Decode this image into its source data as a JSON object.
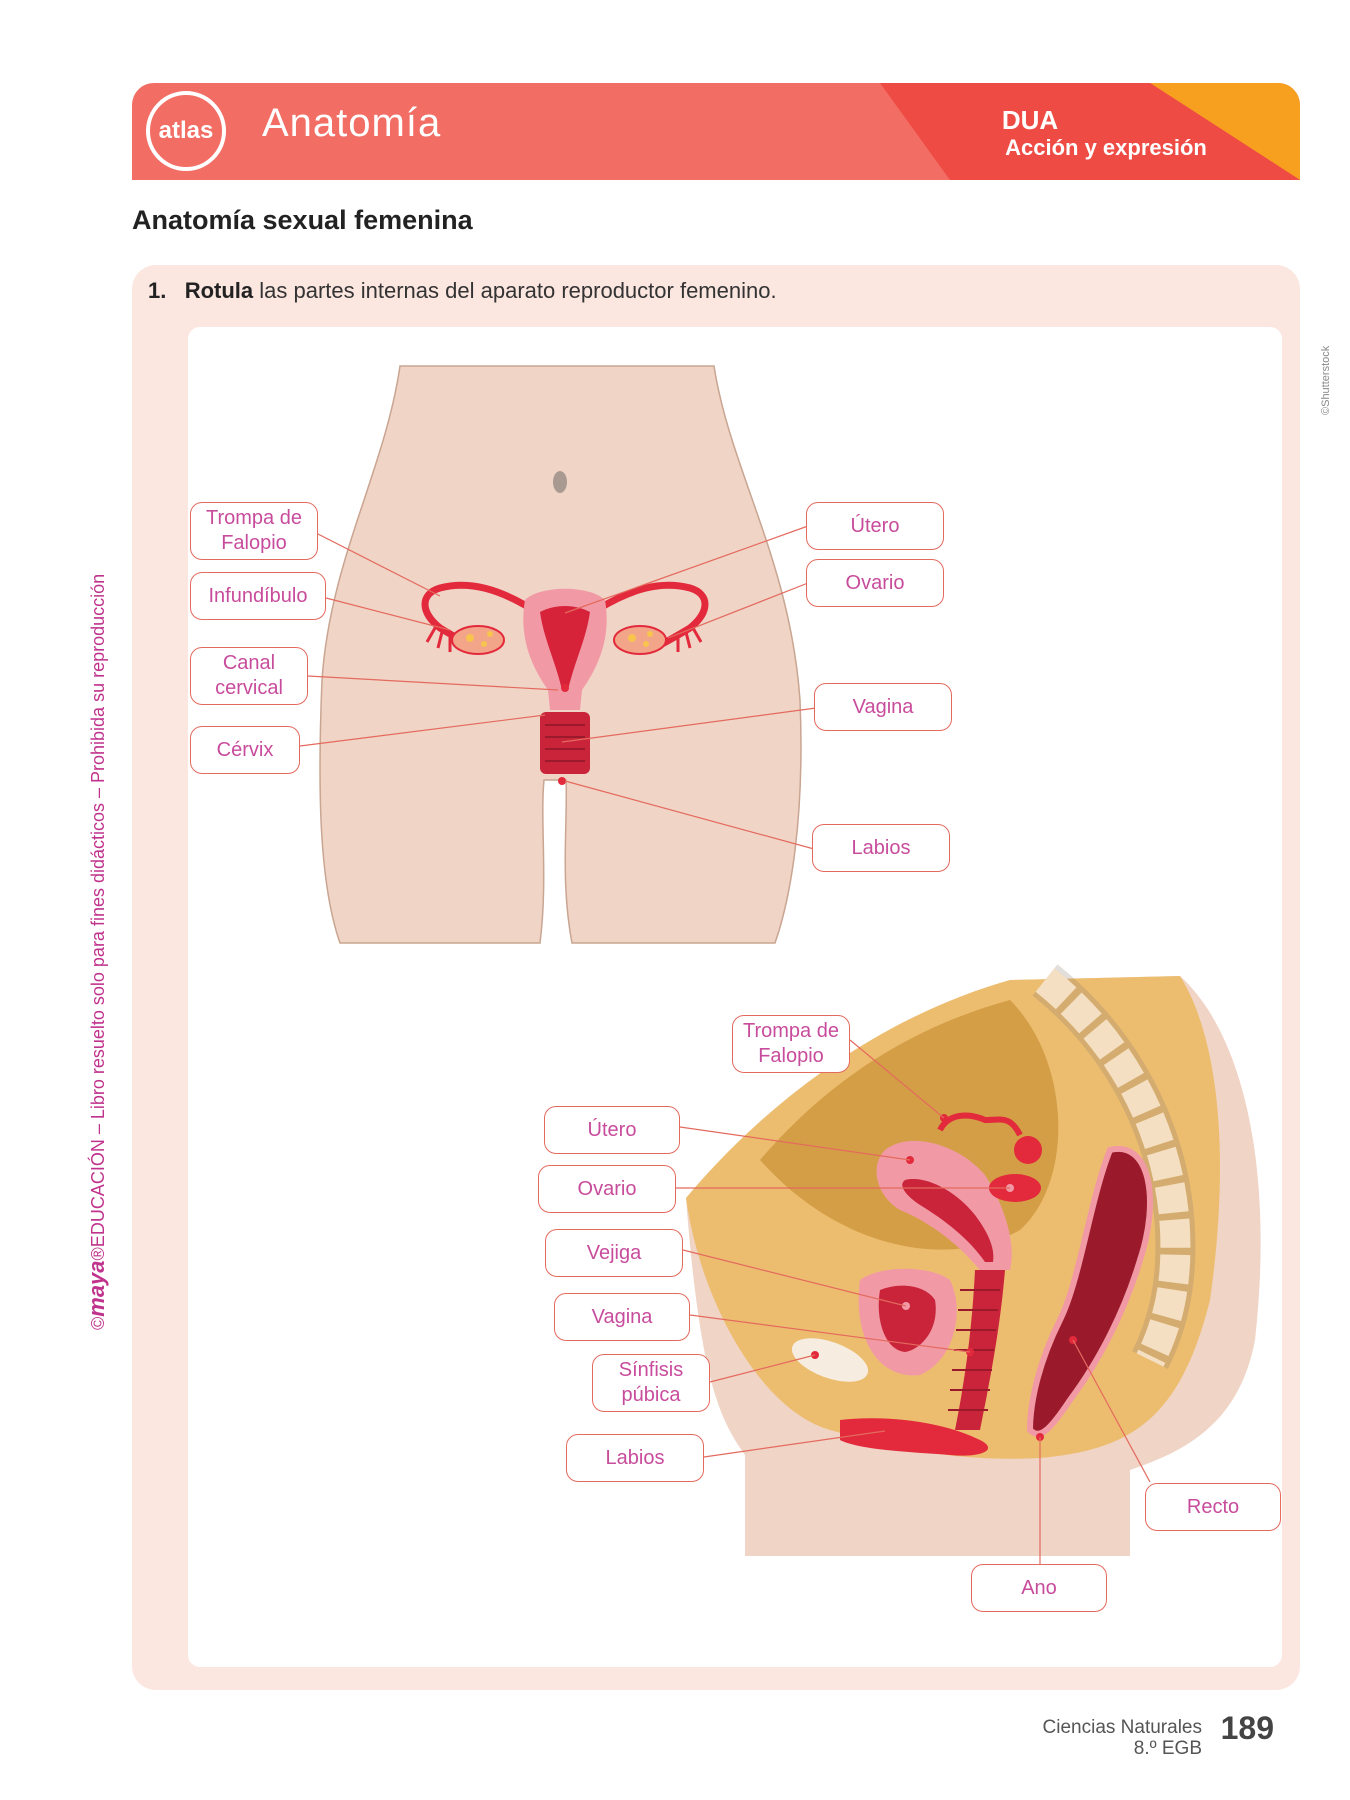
{
  "header": {
    "logo": "atlas",
    "title": "Anatomía",
    "dua_title": "DUA",
    "dua_subtitle": "Acción y expresión"
  },
  "section_title": "Anatomía sexual femenina",
  "instruction": {
    "number": "1.",
    "verb": "Rotula",
    "rest": " las partes internas del aparato reproductor femenino."
  },
  "front_labels": {
    "trompa": "Trompa de Falopio",
    "infundibulo": "Infundíbulo",
    "canal": "Canal cervical",
    "cervix": "Cérvix",
    "utero": "Útero",
    "ovario": "Ovario",
    "vagina": "Vagina",
    "labios": "Labios"
  },
  "side_labels": {
    "trompa": "Trompa de Falopio",
    "utero": "Útero",
    "ovario": "Ovario",
    "vejiga": "Vejiga",
    "vagina": "Vagina",
    "sinfisis": "Sínfisis púbica",
    "labios": "Labios",
    "recto": "Recto",
    "ano": "Ano"
  },
  "side_text": {
    "copyright": "©",
    "brand": "maya",
    "rest": "®EDUCACIÓN – Libro resuelto solo para fines didácticos – Prohibida su reproducción"
  },
  "credit": "©Shutterstock",
  "footer": {
    "subject": "Ciencias Naturales",
    "grade": "8.º EGB",
    "page": "189"
  },
  "colors": {
    "header": "#f26d64",
    "header_dark": "#ee4b45",
    "accent_orange": "#f7a01f",
    "panel": "#fbe6e0",
    "label_text": "#c84c9c",
    "label_border": "#e46a5e",
    "skin": "#f0d4c6",
    "organ_red": "#e3293c"
  }
}
